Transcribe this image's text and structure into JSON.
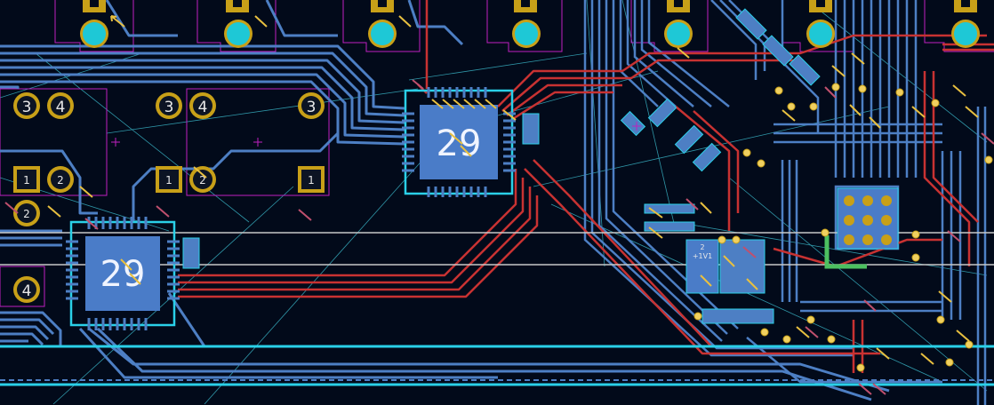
{
  "board": {
    "ic_labels": [
      "29",
      "29"
    ],
    "pad_numbers": [
      "3",
      "4",
      "3",
      "4",
      "3",
      "1",
      "2",
      "1",
      "2",
      "1",
      "2",
      "4"
    ],
    "small_part_text": [
      "2",
      "+1V1"
    ]
  },
  "colors": {
    "background": "#020a1a",
    "copper_top": "#c83232",
    "copper_bottom": "#4d7fc4",
    "ratsnest": "#3fc6d8",
    "edge_line": "#c8c8c8",
    "silkscreen": "#c020c0",
    "pad_gold": "#c8a018",
    "pad_hole": "#1ec8d6",
    "courtyard": "#2ad0e8",
    "ic_body": "#4a7cc8"
  }
}
